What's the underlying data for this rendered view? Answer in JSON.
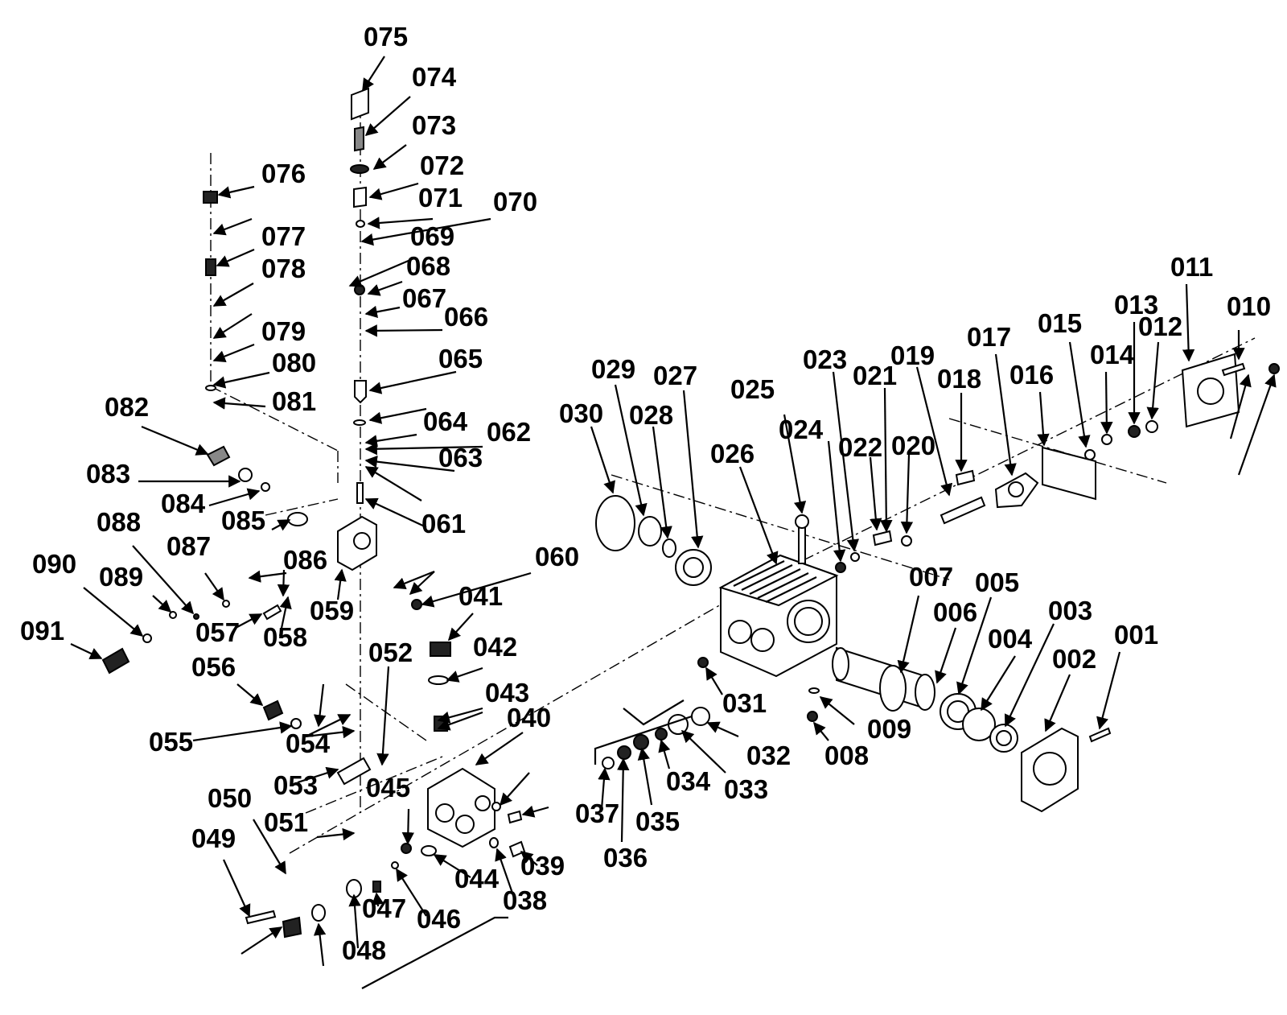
{
  "diagram": {
    "labels": [
      "001",
      "002",
      "003",
      "004",
      "005",
      "006",
      "007",
      "008",
      "009",
      "010",
      "011",
      "012",
      "013",
      "014",
      "015",
      "016",
      "017",
      "018",
      "019",
      "020",
      "021",
      "022",
      "023",
      "024",
      "025",
      "026",
      "027",
      "028",
      "029",
      "030",
      "031",
      "032",
      "033",
      "034",
      "035",
      "036",
      "037",
      "038",
      "039",
      "040",
      "041",
      "042",
      "043",
      "044",
      "045",
      "046",
      "047",
      "048",
      "049",
      "050",
      "051",
      "052",
      "053",
      "054",
      "055",
      "056",
      "057",
      "058",
      "059",
      "060",
      "061",
      "062",
      "063",
      "064",
      "065",
      "066",
      "067",
      "068",
      "069",
      "070",
      "071",
      "072",
      "073",
      "074",
      "075",
      "076",
      "077",
      "078",
      "079",
      "080",
      "081",
      "082",
      "083",
      "084",
      "085",
      "086",
      "087",
      "088",
      "089",
      "090",
      "091"
    ]
  }
}
